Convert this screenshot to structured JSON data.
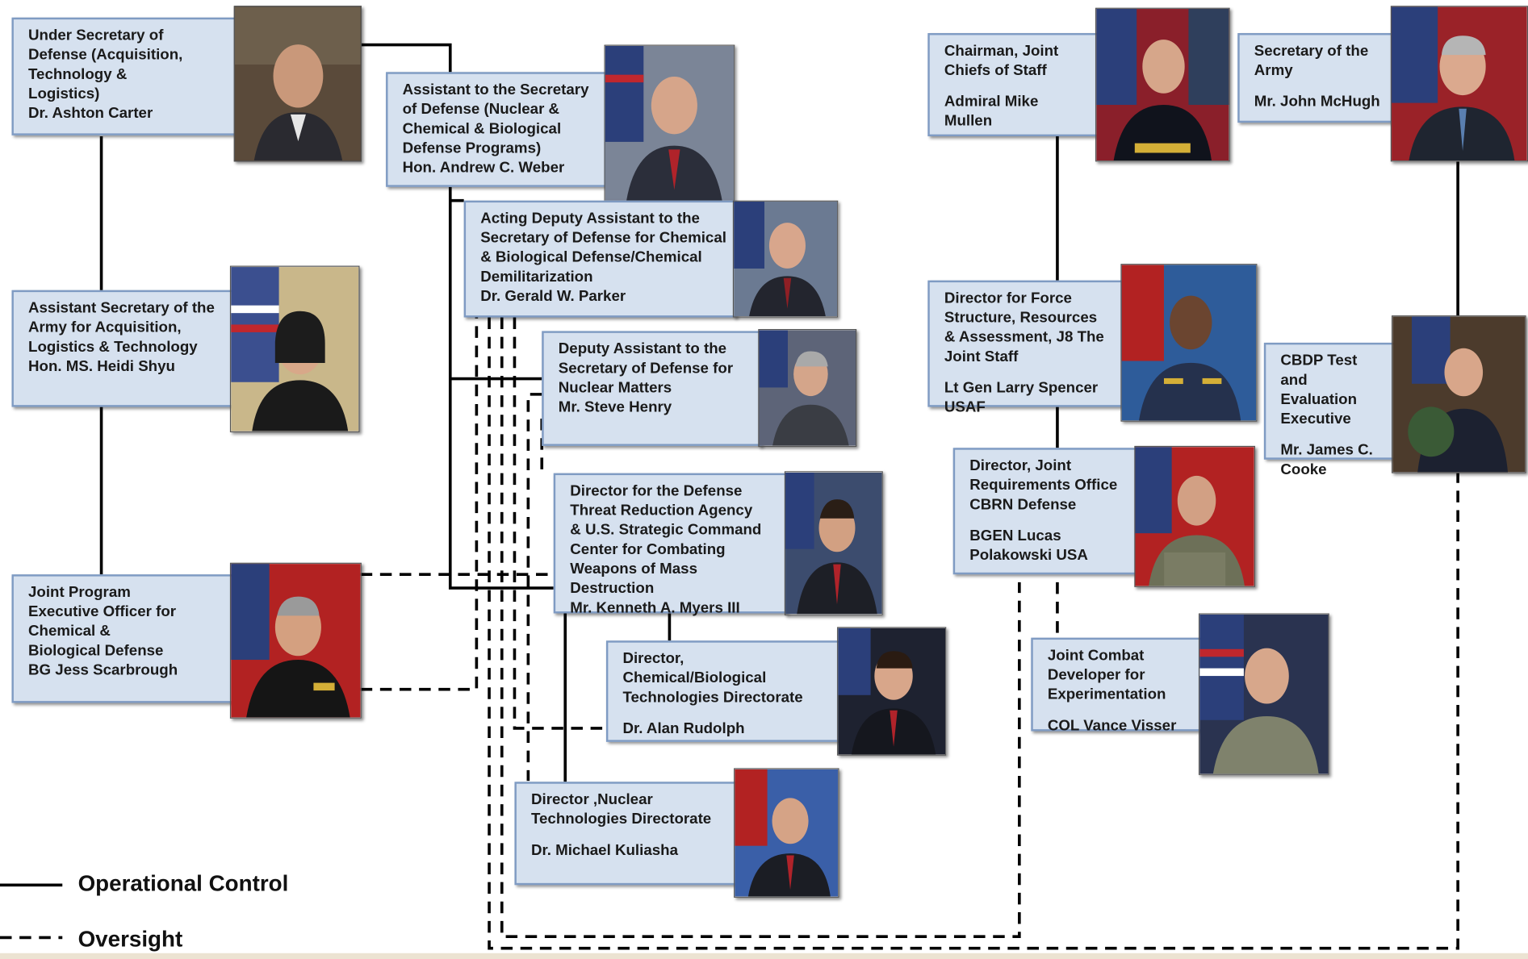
{
  "nodes": {
    "usd_atl": {
      "title": "Under Secretary of\nDefense (Acquisition,\nTechnology &\nLogistics)",
      "name": "Dr. Ashton Carter"
    },
    "asa_alt": {
      "title": "Assistant Secretary of the\nArmy for Acquisition,\nLogistics & Technology",
      "name": "Hon. MS. Heidi Shyu"
    },
    "jpeo": {
      "title": "Joint Program\nExecutive Officer for\nChemical  &\nBiological Defense",
      "name": "BG Jess Scarbrough"
    },
    "atsd": {
      "title": "Assistant to the Secretary\nof Defense (Nuclear &\nChemical & Biological\nDefense Programs)",
      "name": "Hon. Andrew C. Weber"
    },
    "dasd_cbd": {
      "title": "Acting Deputy Assistant to the\nSecretary of Defense for Chemical\n& Biological Defense/Chemical\nDemilitarization",
      "name": "Dr. Gerald W. Parker"
    },
    "dasd_nm": {
      "title": "Deputy Assistant to the\nSecretary of Defense for\nNuclear Matters",
      "name": "Mr. Steve Henry"
    },
    "dtra": {
      "title": "Director for the Defense\nThreat Reduction Agency\n& U.S. Strategic Command\nCenter for Combating\nWeapons of Mass Destruction",
      "name": "Mr. Kenneth A. Myers III"
    },
    "cb_tech": {
      "title": "Director,\nChemical/Biological\nTechnologies Directorate",
      "name": "Dr. Alan Rudolph"
    },
    "nuc_tech": {
      "title": "Director ,Nuclear\nTechnologies Directorate",
      "name": "Dr.  Michael Kuliasha"
    },
    "cjcs": {
      "title": "Chairman, Joint\nChiefs of Staff",
      "name": "Admiral Mike\nMullen"
    },
    "j8": {
      "title": "Director for Force\nStructure, Resources\n& Assessment, J8 The\nJoint Staff",
      "name": "Lt Gen Larry Spencer\nUSAF"
    },
    "jro": {
      "title": "Director, Joint\nRequirements Office\nCBRN Defense",
      "name": "BGEN Lucas\nPolakowski USA"
    },
    "jcde": {
      "title": "Joint Combat\nDeveloper for\nExperimentation",
      "name": "COL Vance Visser"
    },
    "sec_army": {
      "title": "Secretary of the\nArmy",
      "name": "Mr. John McHugh"
    },
    "cbdp_tee": {
      "title": "CBDP Test and\nEvaluation\nExecutive",
      "name": "Mr. James C.\nCooke"
    }
  },
  "legend": {
    "solid_label": "Operational Control",
    "dashed_label": "Oversight"
  },
  "colors": {
    "box_fill": "#d6e1ef",
    "box_border": "#7f9bc3",
    "line": "#000000"
  }
}
